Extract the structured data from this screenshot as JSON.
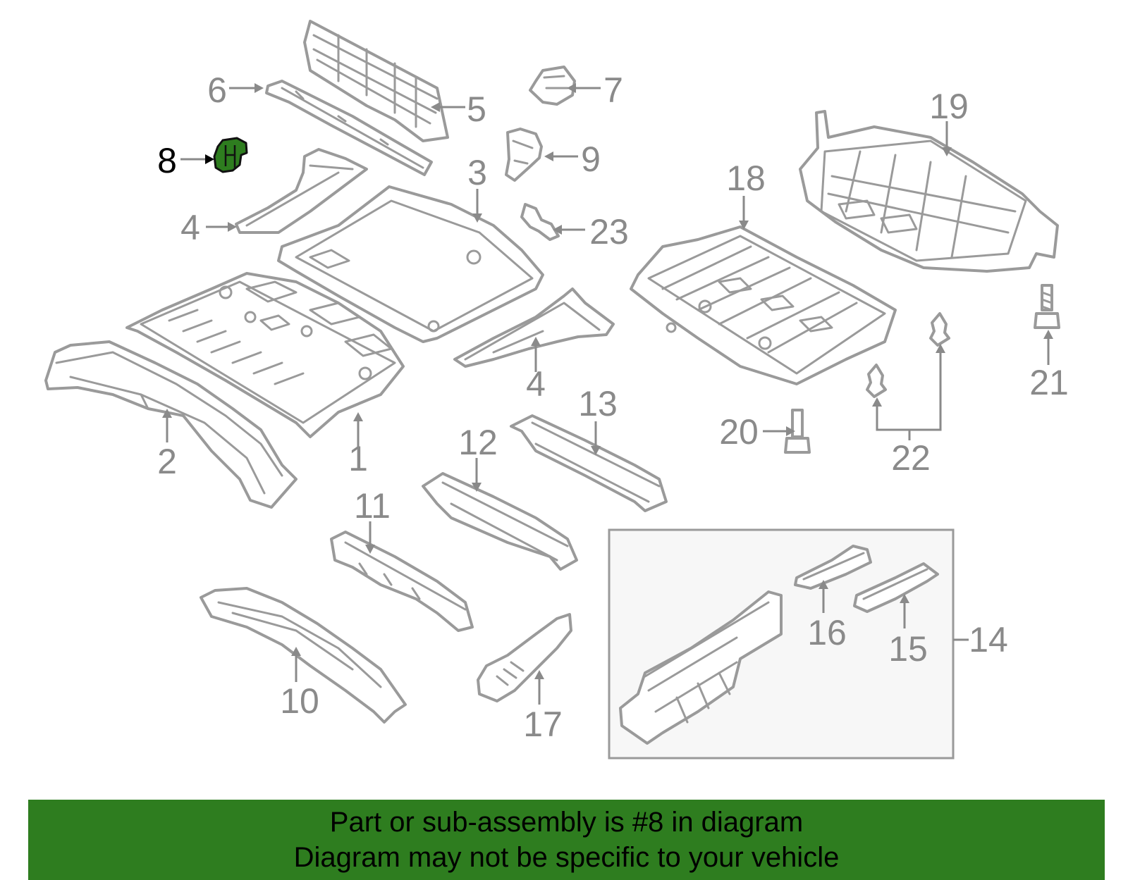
{
  "callouts": [
    {
      "id": "1",
      "label": "1"
    },
    {
      "id": "2",
      "label": "2"
    },
    {
      "id": "3",
      "label": "3"
    },
    {
      "id": "4a",
      "label": "4"
    },
    {
      "id": "4b",
      "label": "4"
    },
    {
      "id": "5",
      "label": "5"
    },
    {
      "id": "6",
      "label": "6"
    },
    {
      "id": "7",
      "label": "7"
    },
    {
      "id": "8",
      "label": "8"
    },
    {
      "id": "9",
      "label": "9"
    },
    {
      "id": "10",
      "label": "10"
    },
    {
      "id": "11",
      "label": "11"
    },
    {
      "id": "12",
      "label": "12"
    },
    {
      "id": "13",
      "label": "13"
    },
    {
      "id": "14",
      "label": "14"
    },
    {
      "id": "15",
      "label": "15"
    },
    {
      "id": "16",
      "label": "16"
    },
    {
      "id": "17",
      "label": "17"
    },
    {
      "id": "18",
      "label": "18"
    },
    {
      "id": "19",
      "label": "19"
    },
    {
      "id": "20",
      "label": "20"
    },
    {
      "id": "21",
      "label": "21"
    },
    {
      "id": "22",
      "label": "22"
    },
    {
      "id": "23",
      "label": "23"
    }
  ],
  "highlighted_part": "8",
  "colors": {
    "highlight": "#2e7d1f",
    "linework": "#9a9a9a",
    "label": "#8a8a8a"
  },
  "banner": {
    "line1": "Part or sub-assembly is #8 in diagram",
    "line2": "Diagram may not be specific to your vehicle"
  }
}
